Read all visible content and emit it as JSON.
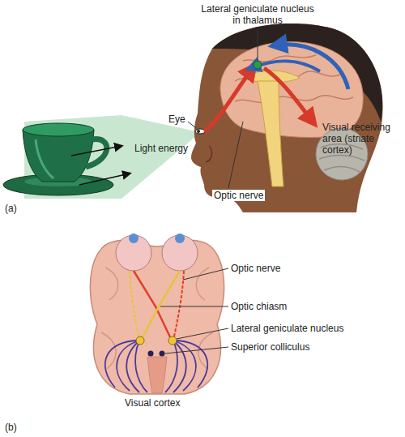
{
  "diagram": {
    "labels": [
      "Lateral geniculate nucleus in thalamus",
      "Eye",
      "Light energy",
      "Visual receiving area (striate cortex)",
      "Optic nerve",
      "(a)",
      "Optic nerve",
      "Optic chiasm",
      "Lateral geniculate nucleus",
      "Superior colliculus",
      "Visual cortex",
      "(b)"
    ]
  }
}
